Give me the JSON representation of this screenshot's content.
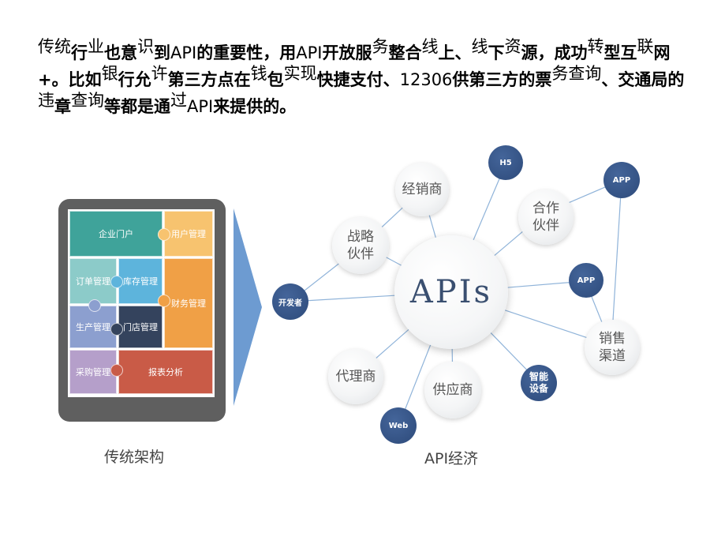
{
  "paragraph": {
    "t1": "传统",
    "t2": "行",
    "t3": "业",
    "t4": "也意",
    "t5": "识",
    "t6": "到",
    "t7": "API",
    "t8": "的重要性，用",
    "t9": "API",
    "t10": "开放服",
    "t11": "务",
    "t12": "整合",
    "t13": "线",
    "t14": "上、",
    "t15": "线",
    "t16": "下",
    "t17": "资",
    "t18": "源，成功",
    "t19": "转",
    "t20": "型互",
    "t21": "联",
    "t22": "网+。比如",
    "t23": "银",
    "t24": "行允",
    "t25": "许",
    "t26": "第三方点在",
    "t27": "钱",
    "t28": "包",
    "t29": "实现",
    "t30": "快捷支付、",
    "t31": "12306",
    "t32": "供第三方的票",
    "t33": "务查询",
    "t34": "、交通局的",
    "t35": "违",
    "t36": "章",
    "t37": "查询",
    "t38": "等都是通",
    "t39": "过",
    "t40": "API",
    "t41": "来提供的。"
  },
  "traditional": {
    "caption": "传统架构",
    "tiles": {
      "portal": "企业门户",
      "user": "用户管理",
      "order": "订单管理",
      "inventory": "库存管理",
      "finance": "财务管理",
      "production": "生产管理",
      "store": "门店管理",
      "purchase": "采购管理",
      "report": "报表分析"
    }
  },
  "api_economy": {
    "caption": "API经济",
    "hub": "APIs",
    "nodes": {
      "distributor": "经销商",
      "h5": "H5",
      "partner_cooperate": "合作伙伴",
      "app_top": "APP",
      "strategic_partner": "战略伙伴",
      "developer": "开发者",
      "app_mid": "APP",
      "sales_channel": "销售渠道",
      "agent": "代理商",
      "supplier": "供应商",
      "smart_device": "智能设备",
      "web": "Web"
    }
  },
  "colors": {
    "teal": "#3fa39a",
    "light_orange": "#f7c36f",
    "light_teal": "#8ccbc9",
    "sky_blue": "#5db4dc",
    "orange": "#f0a046",
    "periwinkle": "#8c9fcf",
    "navy": "#34435d",
    "lavender": "#b59fca",
    "red": "#c95b47",
    "node_dark": "#2d4a7a",
    "arrow": "#6d9bd1"
  }
}
